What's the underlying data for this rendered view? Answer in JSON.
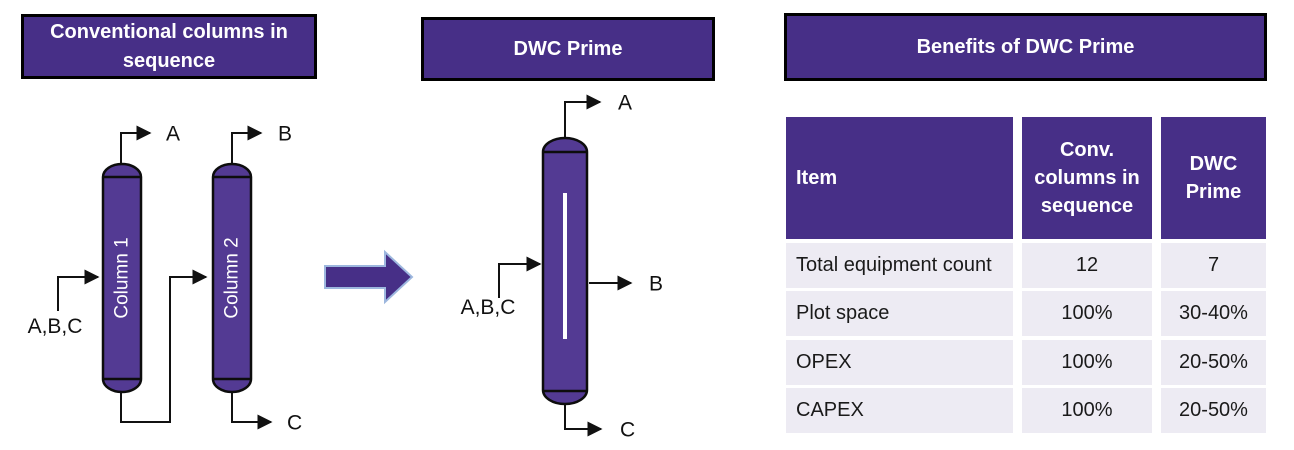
{
  "colors": {
    "header_purple": "#472F87",
    "vessel_purple": "#533A93",
    "row_background": "#EDEBF3",
    "block_arrow_outline": "#9DB7DE",
    "line_black": "#111111",
    "dividing_wall_white": "#FFFFFF"
  },
  "left_panel": {
    "title": "Conventional columns in sequence",
    "column1_label": "Column 1",
    "column2_label": "Column 2",
    "feed_label": "A,B,C",
    "overhead1_label": "A",
    "overhead2_label": "B",
    "bottoms_label": "C"
  },
  "middle_panel": {
    "title": "DWC Prime",
    "feed_label": "A,B,C",
    "overhead_label": "A",
    "side_draw_label": "B",
    "bottoms_label": "C"
  },
  "table_panel": {
    "title": "Benefits of DWC Prime",
    "headers": [
      "Item",
      "Conv. columns in sequence",
      "DWC Prime"
    ],
    "rows": [
      {
        "item": "Total equipment count",
        "conv": "12",
        "dwc": "7"
      },
      {
        "item": "Plot space",
        "conv": "100%",
        "dwc": "30-40%"
      },
      {
        "item": "OPEX",
        "conv": "100%",
        "dwc": "20-50%"
      },
      {
        "item": "CAPEX",
        "conv": "100%",
        "dwc": "20-50%"
      }
    ]
  }
}
